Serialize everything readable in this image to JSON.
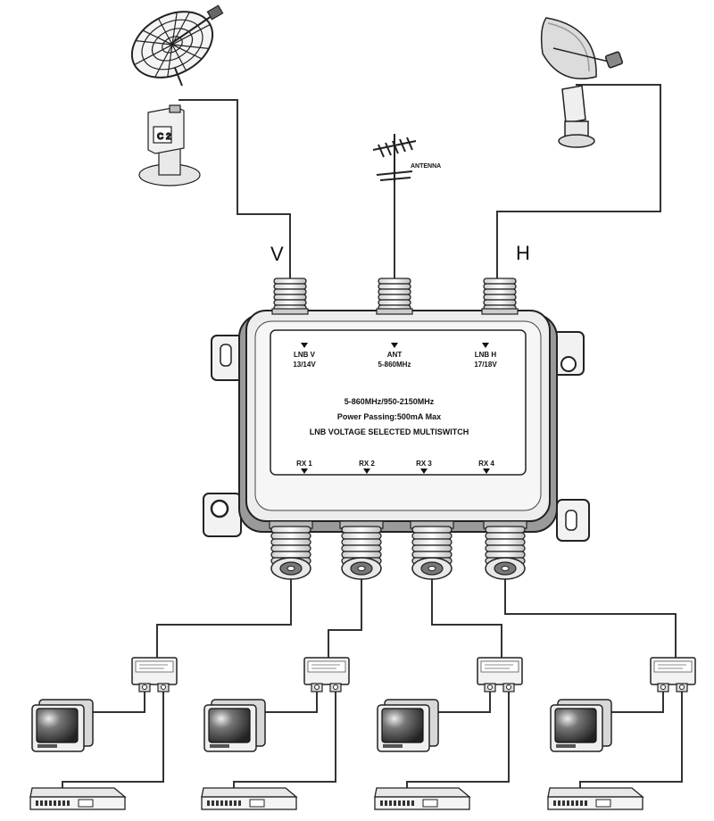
{
  "labels": {
    "antenna": "ANTENNA",
    "v": "V",
    "h": "H"
  },
  "switch": {
    "inputs": [
      {
        "name": "LNB V",
        "spec": "13/14V"
      },
      {
        "name": "ANT",
        "spec": "5-860MHz"
      },
      {
        "name": "LNB H",
        "spec": "17/18V"
      }
    ],
    "line1": "5-860MHz/950-2150MHz",
    "line2": "Power Passing:500mA Max",
    "line3": "LNB VOLTAGE SELECTED MULTISWITCH",
    "outputs": [
      "RX 1",
      "RX 2",
      "RX 3",
      "RX 4"
    ]
  },
  "colors": {
    "line": "#333333",
    "body": "#f2f2f2",
    "shade": "#9a9a9a",
    "screen": "#2a2a2a"
  }
}
